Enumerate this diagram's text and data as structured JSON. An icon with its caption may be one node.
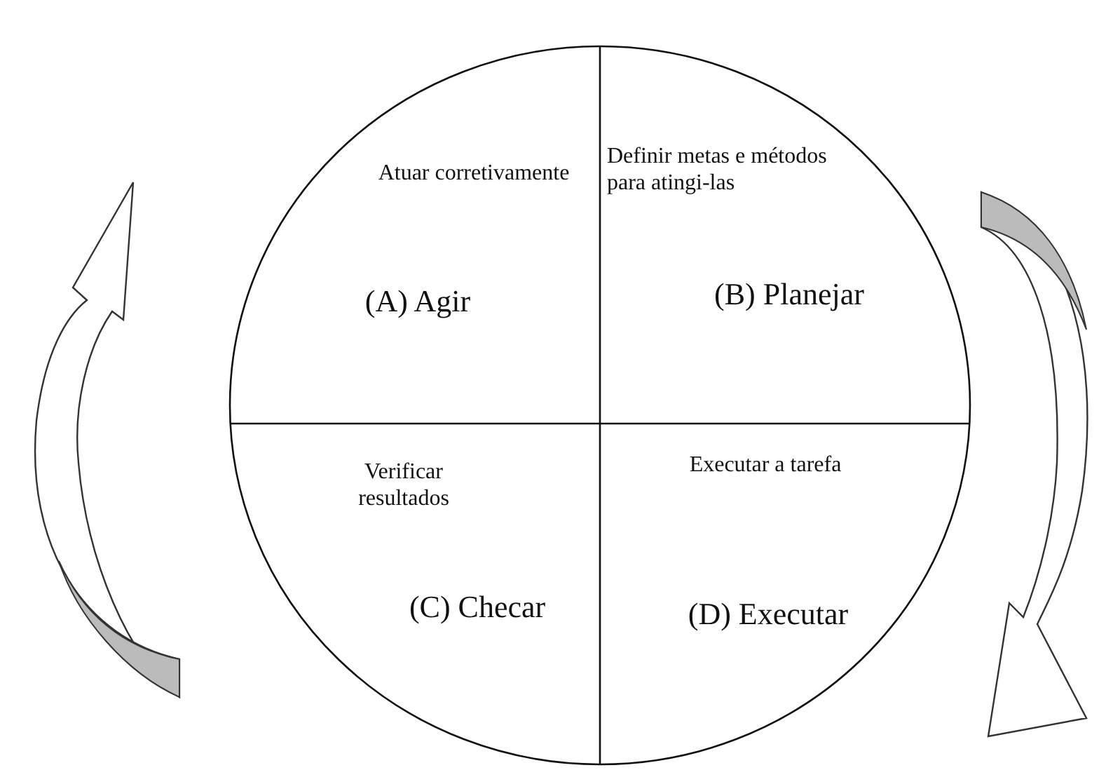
{
  "diagram": {
    "nodes": [
      {
        "text": [],
        "shape": "circle"
      },
      {
        "text": [
          "Atuar corretivamente",
          "(A) Agir"
        ],
        "in": 0
      },
      {
        "text": [
          "Definir metas e métodos para atingi-las",
          "(B) Planejar"
        ],
        "in": 0
      },
      {
        "text": [
          "Verificar resultados",
          "(C) Checar"
        ],
        "in": 0
      },
      {
        "text": [
          "Executar a tarefa",
          "(D) Executar"
        ],
        "in": 0
      }
    ]
  }
}
